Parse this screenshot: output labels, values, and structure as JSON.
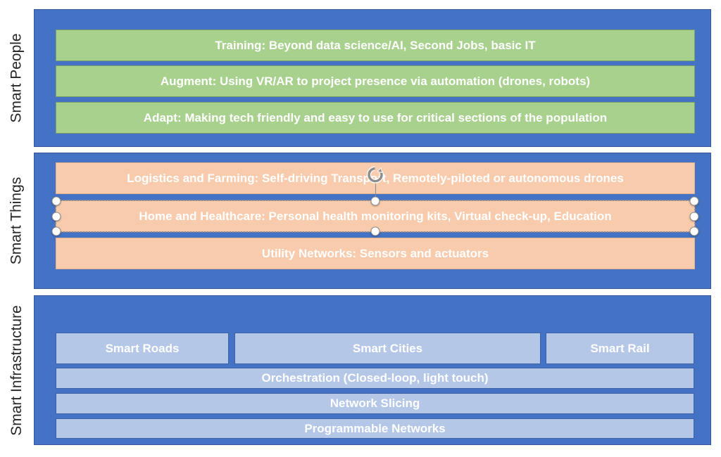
{
  "colors": {
    "section_fill": "#4472C4",
    "section_border": "#35579B",
    "people_bar_fill": "#A9D18E",
    "people_bar_border": "#7E9F66",
    "things_bar_fill": "#F8CBAD",
    "things_bar_border": "#E3B08A",
    "infrastructure_bar_fill": "#B4C7E7",
    "infrastructure_bar_border": "#3D61A4",
    "bar_text": "#FFFFFF",
    "side_label_text": "#262626",
    "selection_handle_fill": "#FFFFFF",
    "selection_gray": "#8C8C8C"
  },
  "sections": {
    "people": {
      "label": "Smart People",
      "bars": [
        "Training: Beyond data science/AI, Second Jobs, basic IT",
        "Augment: Using VR/AR to project presence via automation (drones, robots)",
        "Adapt: Making tech friendly and easy to use for critical sections of the population"
      ]
    },
    "things": {
      "label": "Smart Things",
      "bars": [
        "Logistics and Farming: Self-driving Transport, Remotely-piloted or autonomous drones",
        "Home and Healthcare: Personal health monitoring kits, Virtual check-up, Education",
        "Utility Networks: Sensors and actuators"
      ],
      "selected_bar_index": 1
    },
    "infrastructure": {
      "label": "Smart Infrastructure",
      "top_row": [
        "Smart Roads",
        "Smart Cities",
        "Smart Rail"
      ],
      "bars": [
        "Orchestration (Closed-loop, light touch)",
        "Network Slicing",
        "Programmable Networks"
      ]
    }
  }
}
